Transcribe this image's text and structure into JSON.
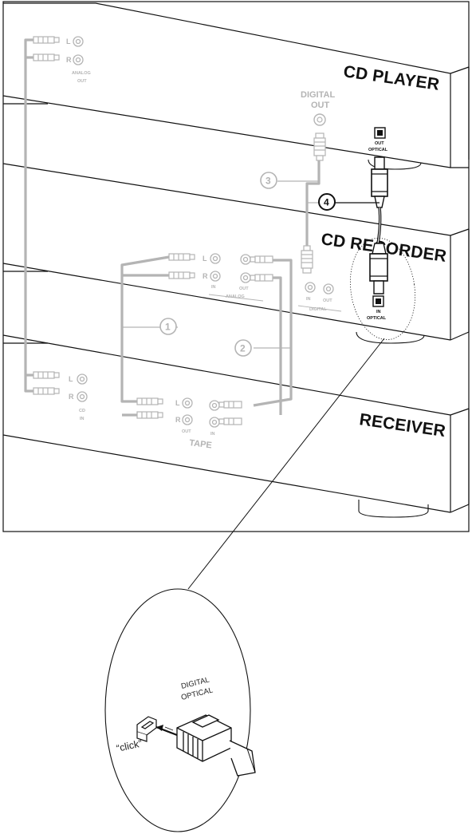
{
  "devices": {
    "cd_player": "CD PLAYER",
    "cd_recorder": "CD RECORDER",
    "receiver": "RECEIVER"
  },
  "cd_player_panel": {
    "left": "L",
    "right": "R",
    "analog": "ANALOG",
    "out": "OUT",
    "digital": "DIGITAL",
    "digital_out": "OUT",
    "optical_out": "OUT",
    "optical": "OPTICAL"
  },
  "cd_recorder_panel": {
    "left": "L",
    "right": "R",
    "in": "IN",
    "out": "OUT",
    "analog": "ANALOG",
    "digital_in": "IN",
    "digital_out": "OUT",
    "digital": "DIGITAL",
    "optical_in": "IN",
    "optical": "OPTICAL"
  },
  "receiver_panel": {
    "left_cd": "L",
    "right_cd": "R",
    "cd": "CD",
    "cd_in": "IN",
    "left_tape": "L",
    "right_tape": "R",
    "tape_out": "OUT",
    "tape_in": "IN",
    "tape": "TAPE"
  },
  "callouts": [
    "1",
    "2",
    "3",
    "4"
  ],
  "detail": {
    "line1": "DIGITAL",
    "line2": "OPTICAL",
    "click": "“click”"
  },
  "colors": {
    "line": "#111111",
    "cable_gray": "#b4b4b4",
    "background": "#ffffff"
  }
}
